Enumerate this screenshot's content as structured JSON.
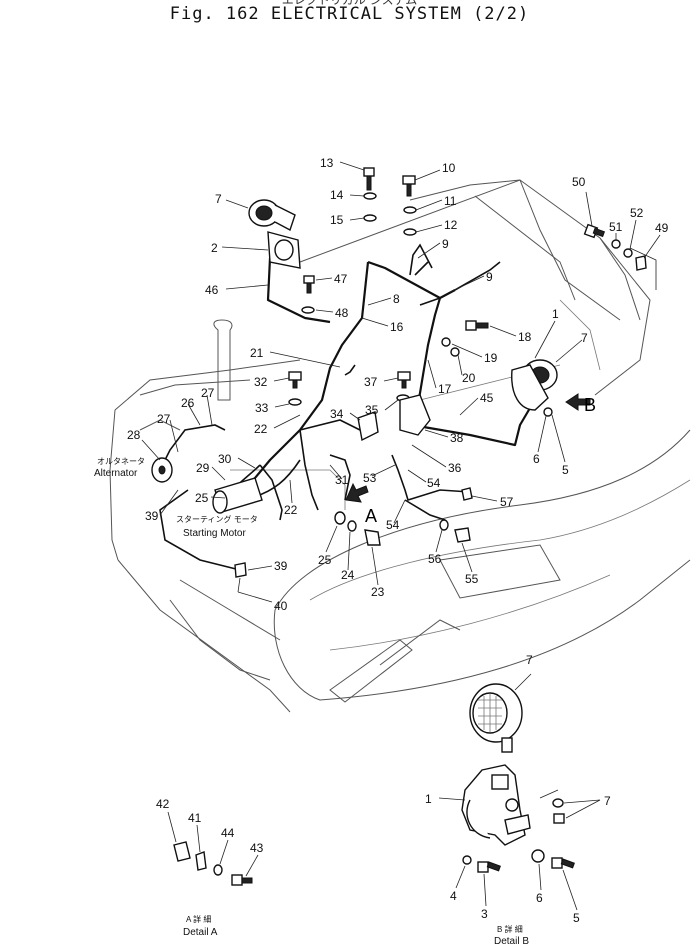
{
  "header": {
    "japanese_title": "エレクトリカル システム",
    "title": "Fig. 162   ELECTRICAL SYSTEM (2/2)"
  },
  "components": {
    "alternator_jp": "オルタネータ",
    "alternator": "Alternator",
    "starting_motor_jp": "スターティング モータ",
    "starting_motor": "Starting Motor"
  },
  "views": {
    "a_arrow": "A",
    "b_arrow": "B",
    "detail_a_jp": "A 詳 細",
    "detail_a": "Detail A",
    "detail_b_jp": "B 詳 細",
    "detail_b": "Detail B"
  },
  "callouts": [
    {
      "label": "13"
    },
    {
      "label": "10"
    },
    {
      "label": "14"
    },
    {
      "label": "11"
    },
    {
      "label": "15"
    },
    {
      "label": "12"
    },
    {
      "label": "7"
    },
    {
      "label": "9"
    },
    {
      "label": "2"
    },
    {
      "label": "47"
    },
    {
      "label": "9"
    },
    {
      "label": "46"
    },
    {
      "label": "8"
    },
    {
      "label": "48"
    },
    {
      "label": "16"
    },
    {
      "label": "18"
    },
    {
      "label": "19"
    },
    {
      "label": "20"
    },
    {
      "label": "17"
    },
    {
      "label": "21"
    },
    {
      "label": "32"
    },
    {
      "label": "37"
    },
    {
      "label": "27"
    },
    {
      "label": "33"
    },
    {
      "label": "26"
    },
    {
      "label": "35"
    },
    {
      "label": "34"
    },
    {
      "label": "45"
    },
    {
      "label": "22"
    },
    {
      "label": "27"
    },
    {
      "label": "38"
    },
    {
      "label": "28"
    },
    {
      "label": "36"
    },
    {
      "label": "30"
    },
    {
      "label": "29"
    },
    {
      "label": "53"
    },
    {
      "label": "54"
    },
    {
      "label": "25"
    },
    {
      "label": "31"
    },
    {
      "label": "57"
    },
    {
      "label": "39"
    },
    {
      "label": "22"
    },
    {
      "label": "54"
    },
    {
      "label": "25"
    },
    {
      "label": "24"
    },
    {
      "label": "56"
    },
    {
      "label": "23"
    },
    {
      "label": "55"
    },
    {
      "label": "39"
    },
    {
      "label": "40"
    },
    {
      "label": "50"
    },
    {
      "label": "51"
    },
    {
      "label": "52"
    },
    {
      "label": "49"
    },
    {
      "label": "1"
    },
    {
      "label": "7"
    },
    {
      "label": "6"
    },
    {
      "label": "5"
    },
    {
      "label": "7"
    },
    {
      "label": "1"
    },
    {
      "label": "7"
    },
    {
      "label": "4"
    },
    {
      "label": "6"
    },
    {
      "label": "3"
    },
    {
      "label": "5"
    },
    {
      "label": "42"
    },
    {
      "label": "41"
    },
    {
      "label": "44"
    },
    {
      "label": "43"
    }
  ]
}
